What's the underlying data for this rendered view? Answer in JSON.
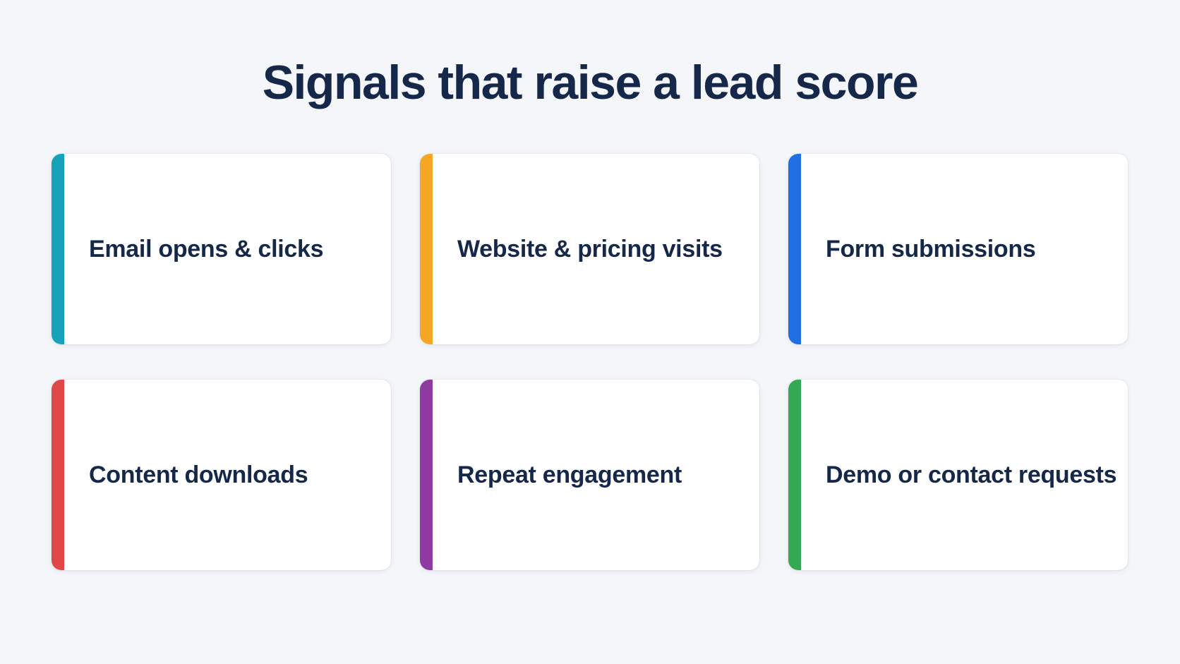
{
  "title": "Signals that raise a lead score",
  "cards": [
    {
      "label": "Email opens & clicks",
      "color": "#14a3b8"
    },
    {
      "label": "Website & pricing visits",
      "color": "#f5a623"
    },
    {
      "label": "Form submissions",
      "color": "#1f6fe5"
    },
    {
      "label": "Content downloads",
      "color": "#e04848"
    },
    {
      "label": "Repeat engagement",
      "color": "#8e3aa0"
    },
    {
      "label": "Demo or contact requests",
      "color": "#34a853"
    }
  ]
}
